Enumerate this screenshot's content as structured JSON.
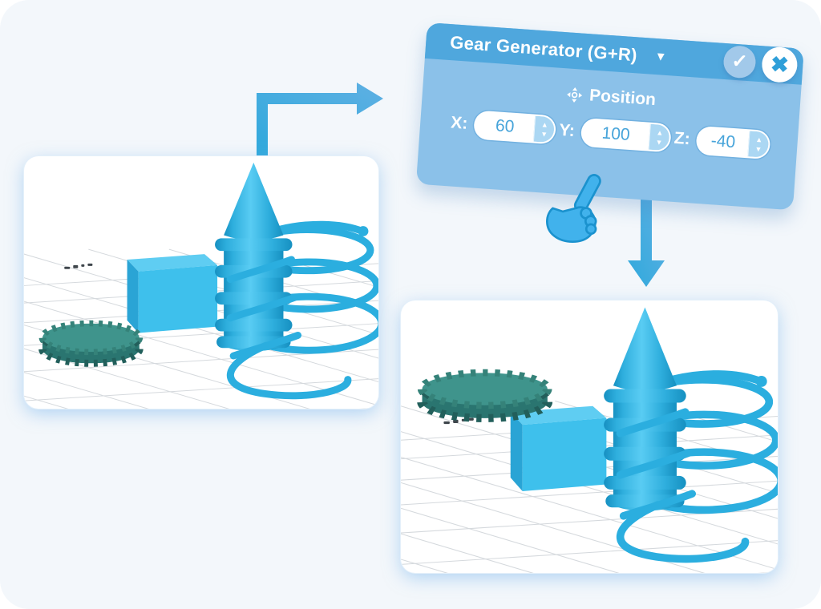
{
  "panel": {
    "title": "Gear Generator (G+R)",
    "caret": "▼",
    "confirm": "✓",
    "close": "✖",
    "position": {
      "label": "Position"
    },
    "fields": [
      {
        "axis": "X:",
        "value": "60"
      },
      {
        "axis": "Y:",
        "value": "100"
      },
      {
        "axis": "Z:",
        "value": "-40"
      }
    ],
    "spinner": {
      "up": "▲",
      "down": "▼"
    }
  },
  "scenes": {
    "before": {
      "id": "before",
      "description": "Teal gear resting on the workplane beside a cyan box and a coiled rocket shape"
    },
    "after": {
      "id": "after",
      "description": "Teal gear raised above the workplane after the position change"
    }
  },
  "colors": {
    "panel_header": "#4FA7DD",
    "panel_body": "#8BC1E9",
    "accent_blue": "#3FA6DC",
    "object_cyan": "#3EC0EC",
    "gear_teal": "#3F948C",
    "background": "#F3F7FB"
  }
}
